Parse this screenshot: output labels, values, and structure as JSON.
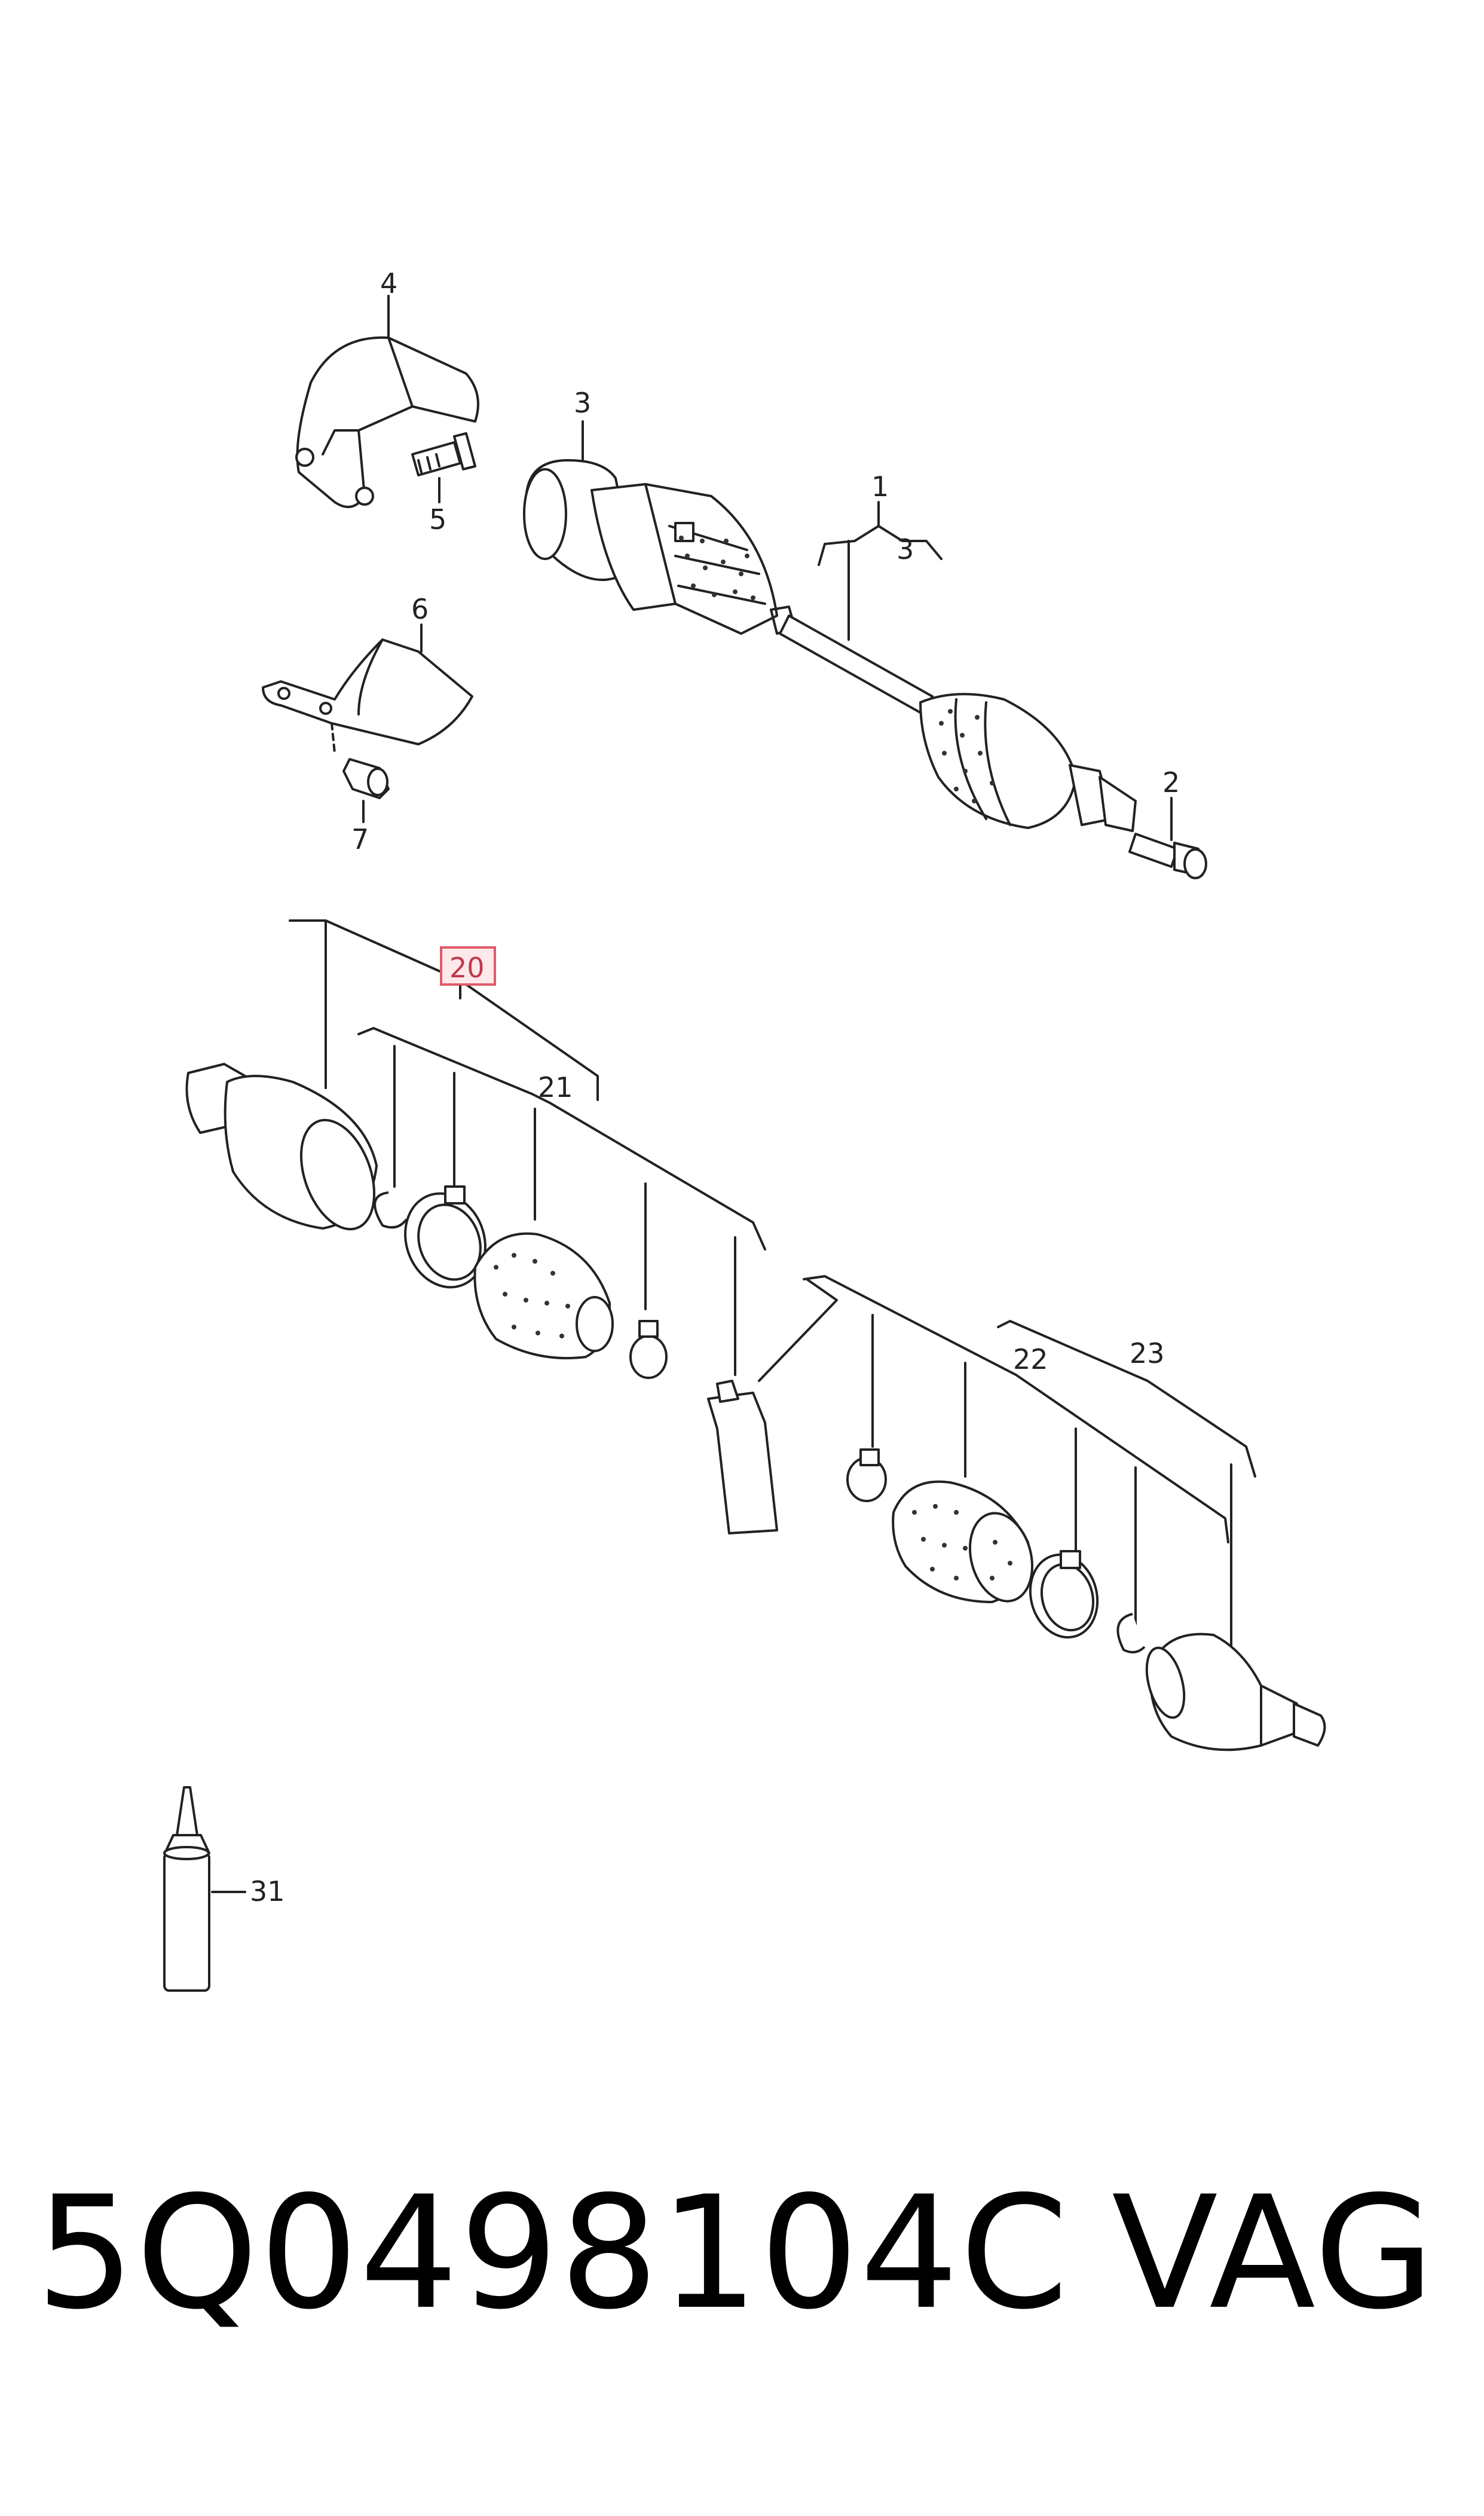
{
  "callouts": {
    "c1": "1",
    "c2": "2",
    "c3a": "3",
    "c3b": "3",
    "c4": "4",
    "c5": "5",
    "c6": "6",
    "c7": "7",
    "c20": "20",
    "c21": "21",
    "c22": "22",
    "c23": "23",
    "c31": "31"
  },
  "highlight": {
    "label": "20",
    "color": "#e05a6a",
    "fill": "#fde8ea"
  },
  "footer": {
    "part_number": "5Q0498104C",
    "brand": "VAG"
  }
}
